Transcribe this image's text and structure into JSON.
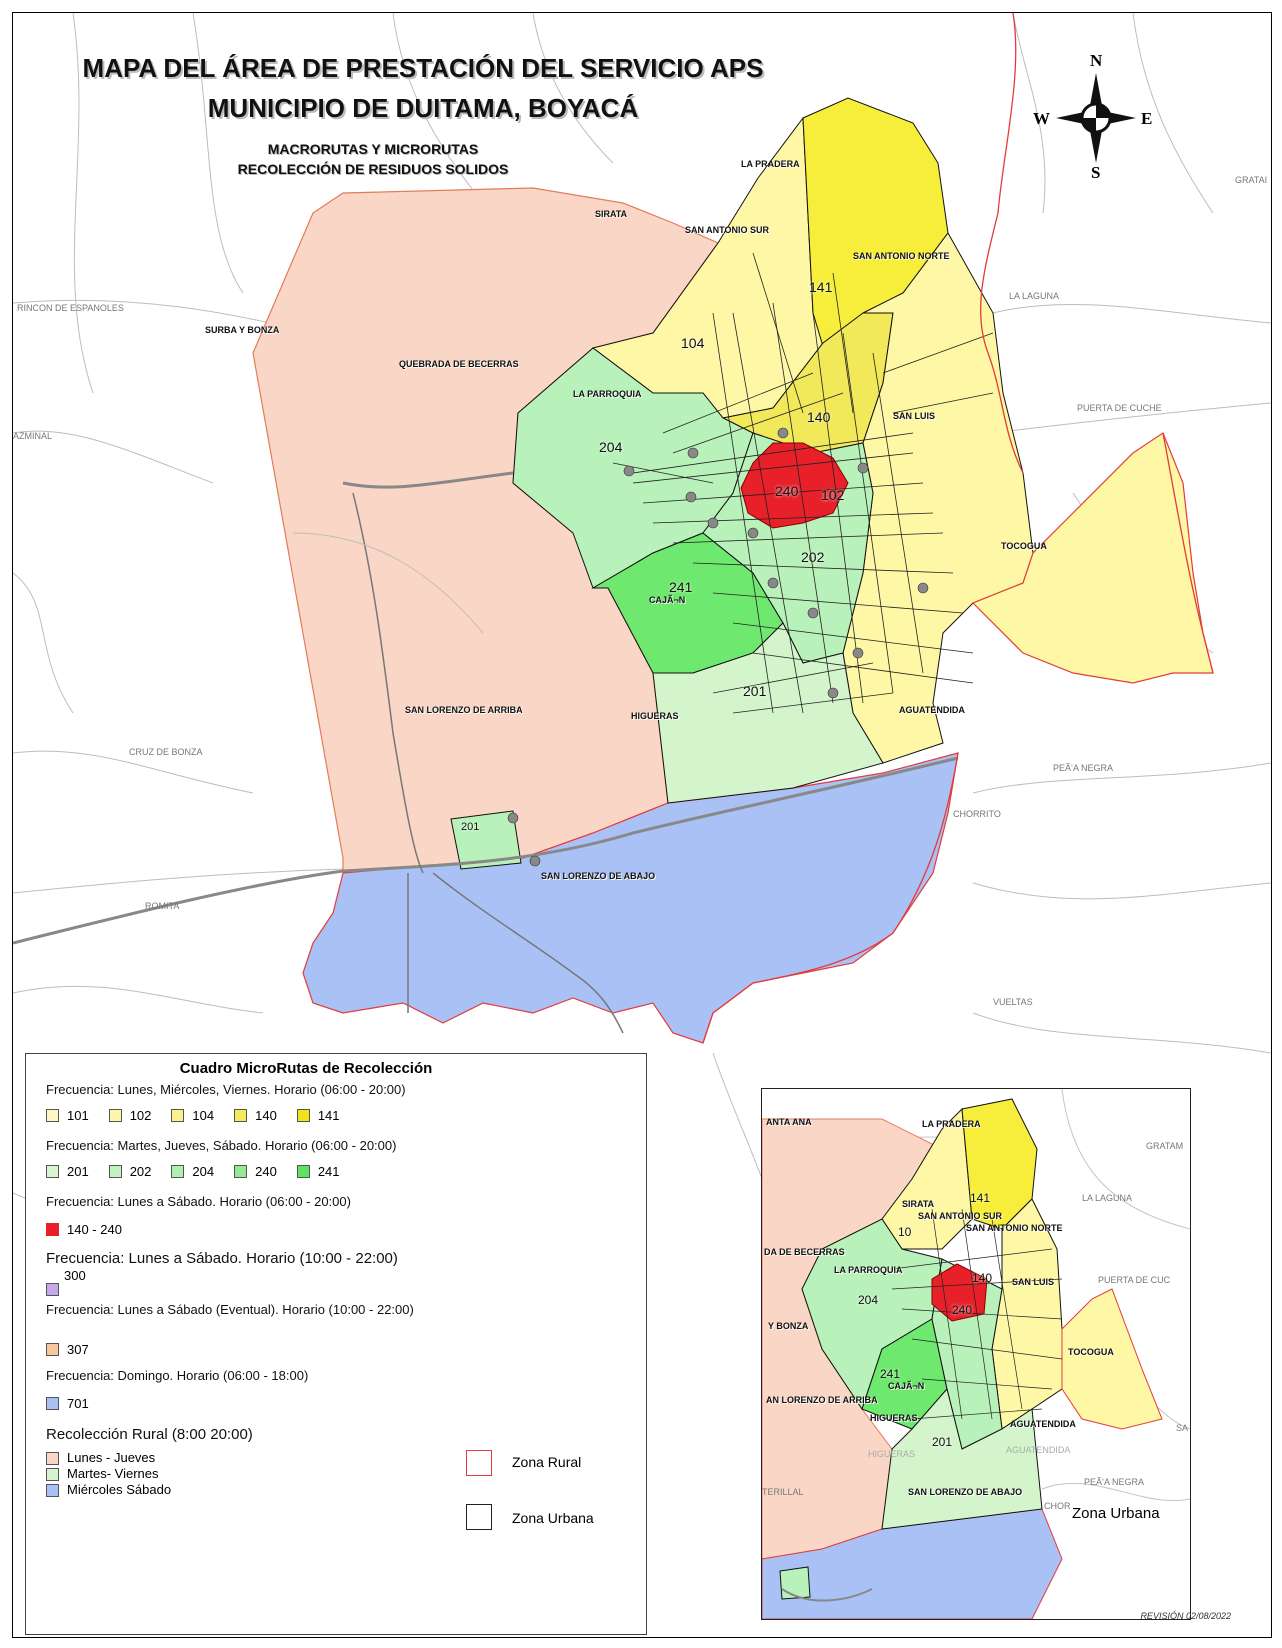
{
  "title": {
    "line1": "MAPA DEL ÁREA DE PRESTACIÓN DEL SERVICIO APS",
    "line2": "MUNICIPIO DE DUITAMA, BOYACÁ",
    "subtitle1": "MACRORUTAS Y MICRORUTAS",
    "subtitle2": "RECOLECCIÓN DE RESIDUOS SOLIDOS"
  },
  "compass": {
    "n": "N",
    "s": "S",
    "e": "E",
    "w": "W"
  },
  "colors": {
    "rural": "#f9d6c5",
    "lmv": "#fdf7a6",
    "lmv_strong": "#f6ee3a",
    "mjs": "#b8f1b9",
    "mjs_strong": "#6ee86e",
    "core": "#e8202a",
    "sunday": "#a9c1f4",
    "rural_border": "#e33b3b"
  },
  "map_labels": {
    "veredas": [
      "SIRATA",
      "LA PRADERA",
      "SAN ANTONIO SUR",
      "SAN ANTONIO NORTE",
      "SURBA Y BONZA",
      "QUEBRADA DE BECERRAS",
      "LA PARROQUIA",
      "SAN LUIS",
      "TOCOGUA",
      "CAJÃ¬N",
      "SAN LORENZO DE ARRIBA",
      "HIGUERAS",
      "AGUATENDIDA",
      "SAN LORENZO DE ABAJO"
    ],
    "outside": [
      "RINCON DE ESPANOLES",
      "LA LAGUNA",
      "PUERTA DE CUCHE",
      "GRATAI",
      "AZMINAL",
      "CRUZ DE BONZA",
      "PEÃ‘A NEGRA",
      "CHORRITO",
      "ROMITA",
      "VUELTAS"
    ],
    "routes": [
      "141",
      "104",
      "140",
      "204",
      "240",
      "102",
      "202",
      "241",
      "201",
      "201"
    ]
  },
  "legend": {
    "title": "Cuadro MicroRutas de Recolección",
    "freq1": "Frecuencia: Lunes, Miércoles, Viernes. Horario (06:00 - 20:00)",
    "group1": [
      "101",
      "102",
      "104",
      "140",
      "141"
    ],
    "freq2": "Frecuencia: Martes, Jueves, Sábado. Horario (06:00 - 20:00)",
    "group2": [
      "201",
      "202",
      "204",
      "240",
      "241"
    ],
    "freq3": "Frecuencia: Lunes a Sábado. Horario (06:00 - 20:00)",
    "item3": "140 - 240",
    "freq4": "Frecuencia: Lunes a Sábado. Horario (10:00 - 22:00)",
    "item4": "300",
    "freq5": "Frecuencia: Lunes a Sábado (Eventual). Horario (10:00 - 22:00)",
    "item5": "307",
    "freq6": "Frecuencia: Domingo. Horario (06:00 - 18:00)",
    "item6": "701",
    "rural_title": "Recolección Rural (8:00 20:00)",
    "rural_items": [
      "Lunes - Jueves",
      "Martes- Viernes",
      "Miércoles  Sábado"
    ],
    "zona_rural": "Zona Rural",
    "zona_urbana": "Zona Urbana"
  },
  "inset": {
    "labels": [
      "ANTA ANA",
      "LA PRADERA",
      "GRATAM",
      "SIRATA",
      "SAN ANTONIO SUR",
      "SAN ANTONIO NORTE",
      "LA LAGUNA",
      "DA DE BECERRAS",
      "LA PARROQUIA",
      "SAN LUIS",
      "PUERTA DE CUC",
      "Y BONZA",
      "TOCOGUA",
      "CAJÃ¬N",
      "AN LORENZO DE ARRIBA",
      "HIGUERAS",
      "AGUATENDIDA",
      "AGUATENDIDA",
      "HIGUERAS",
      "SAN LORENZO DE ABAJO",
      "PEÃ‘A NEGRA",
      "STERILLAL",
      "SA",
      "CHOR"
    ],
    "numbers": [
      "141",
      "10",
      "140",
      "204",
      "240",
      "241",
      "201"
    ],
    "zona_urbana": "Zona Urbana"
  },
  "revision": "REVISIÓN 02/08/2022"
}
